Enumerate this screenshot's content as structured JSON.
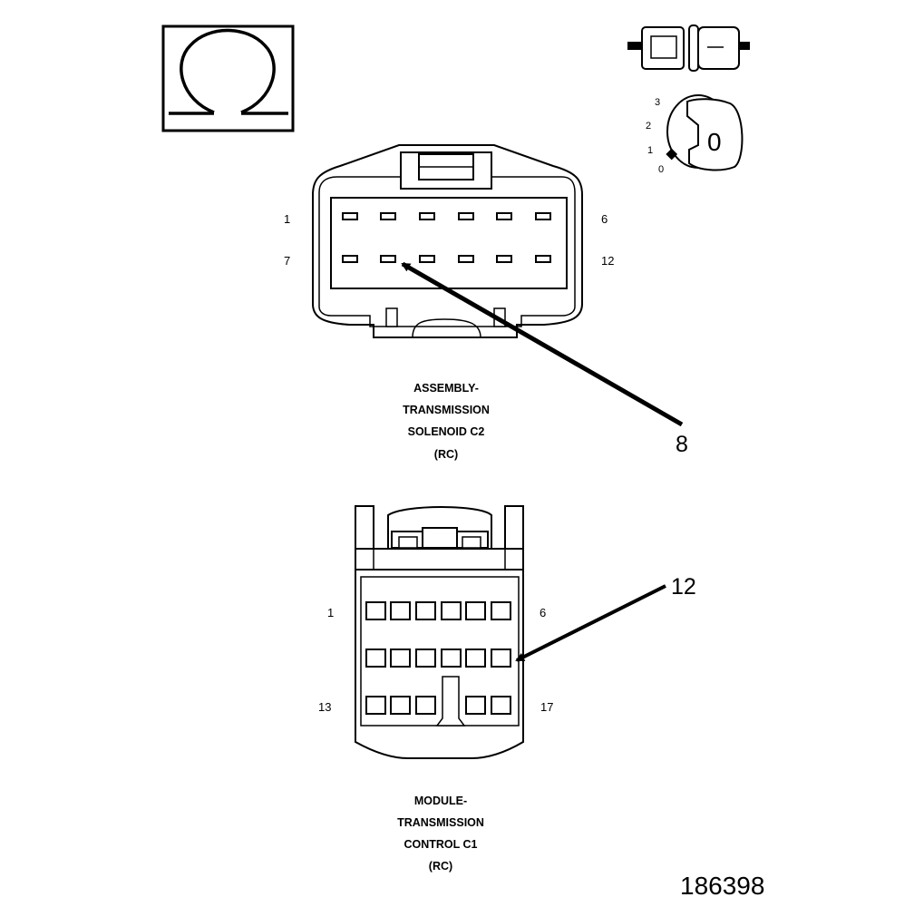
{
  "ohmmeter_symbol": {
    "glyph": "Ω"
  },
  "ignition": {
    "positions": [
      "3",
      "2",
      "1",
      "0"
    ],
    "key_label": "0"
  },
  "connector_c2": {
    "title_lines": [
      "ASSEMBLY-",
      "TRANSMISSION",
      "SOLENOID C2",
      "(RC)"
    ],
    "pin_labels": {
      "top_left": "1",
      "top_right": "6",
      "bottom_left": "7",
      "bottom_right": "12"
    },
    "callout": "8"
  },
  "connector_c1": {
    "title_lines": [
      "MODULE-",
      "TRANSMISSION",
      "CONTROL C1",
      "(RC)"
    ],
    "pin_labels": {
      "row1_left": "1",
      "row1_right": "6",
      "row3_left": "13",
      "row3_right": "17"
    },
    "callout": "12"
  },
  "figure_number": "186398"
}
